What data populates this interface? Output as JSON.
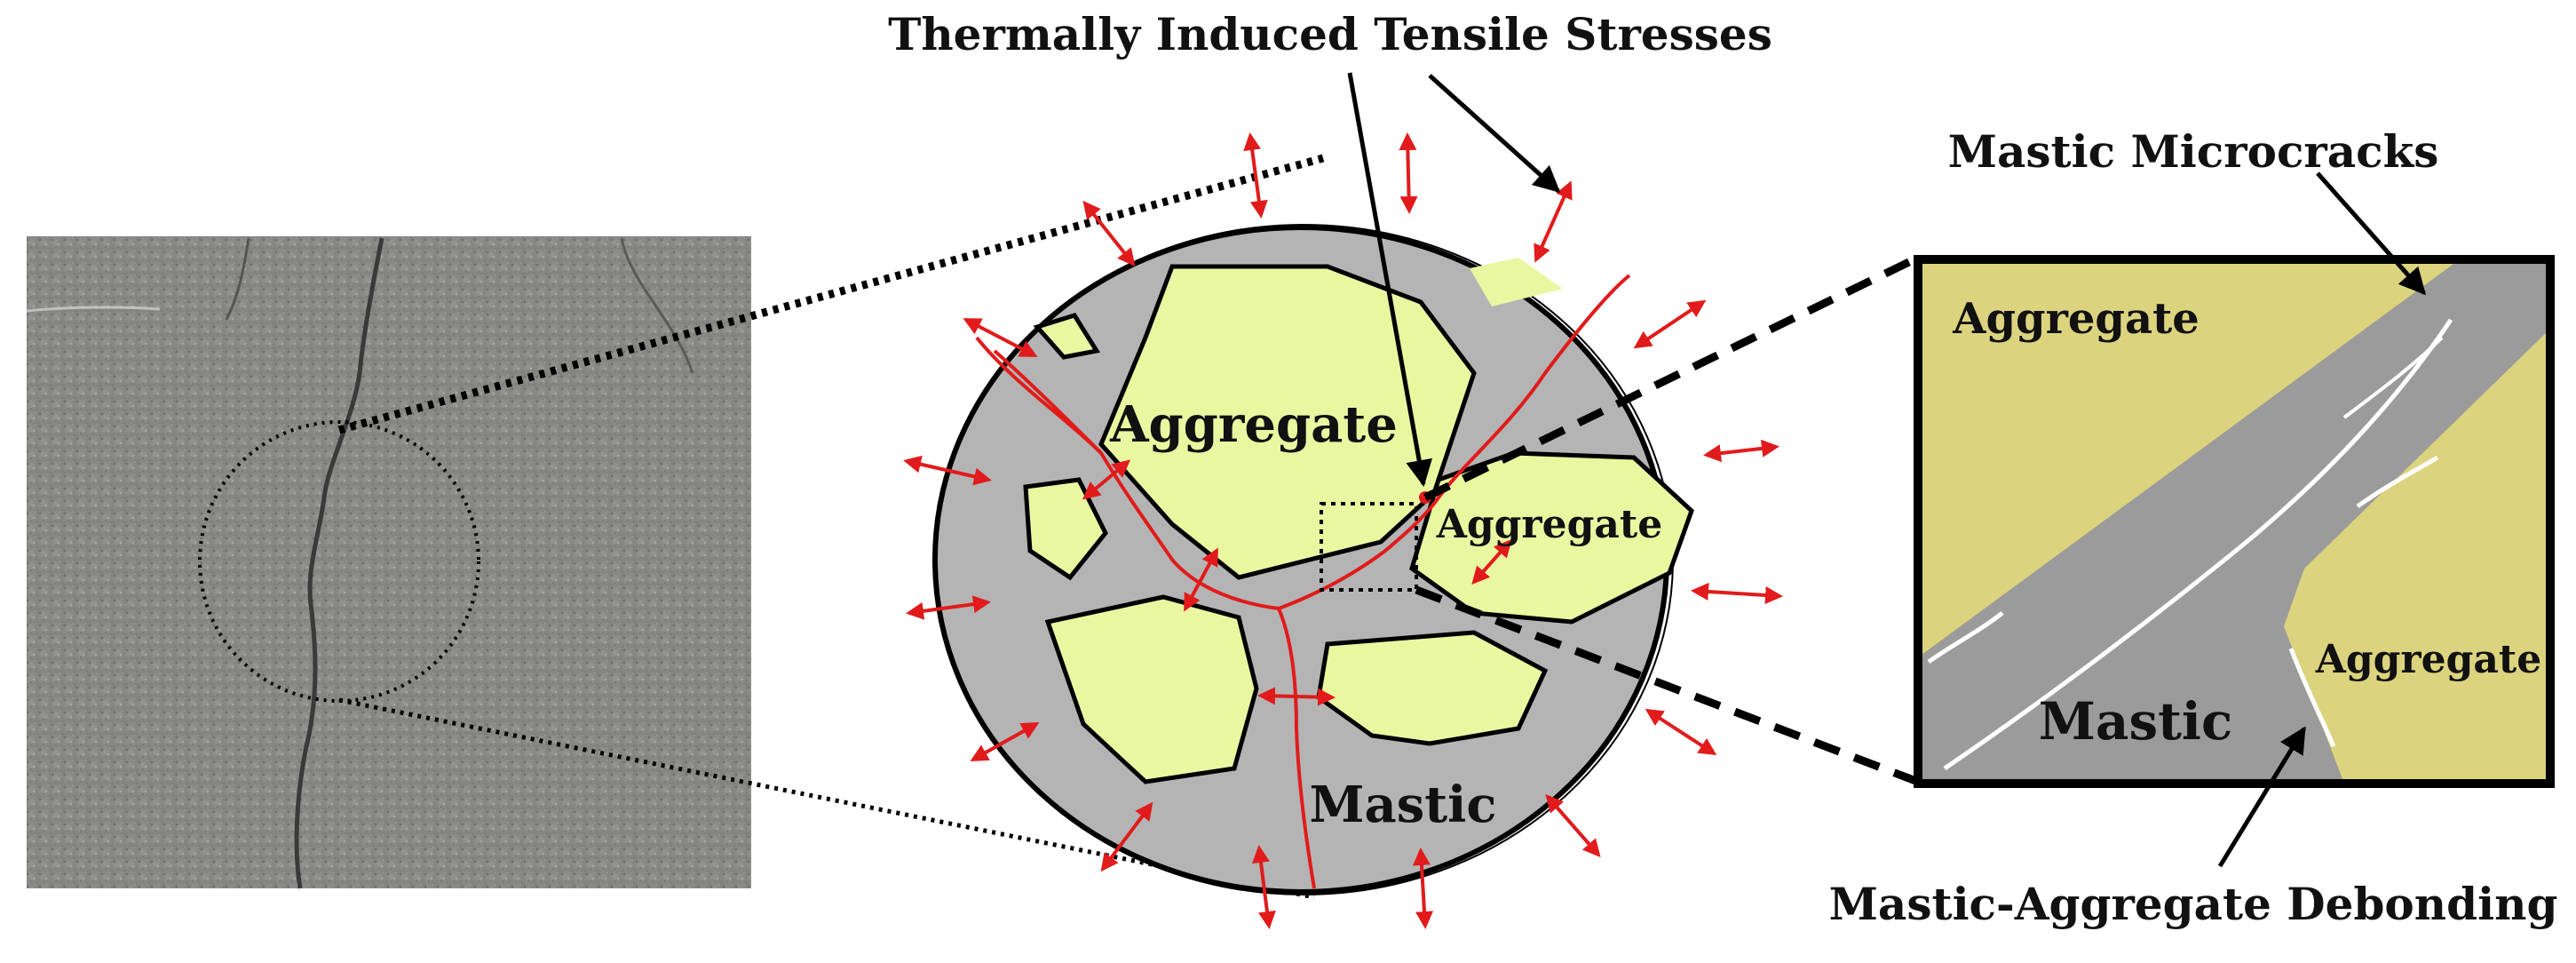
{
  "labels": {
    "thermal_stress": "Thermally Induced Tensile Stresses",
    "mastic_microcracks": "Mastic Microcracks",
    "aggregate_main": "Aggregate",
    "aggregate_right": "Aggregate",
    "mastic_circle": "Mastic",
    "inset_aggregate_top": "Aggregate",
    "inset_aggregate_right": "Aggregate",
    "inset_mastic": "Mastic",
    "debonding": "Mastic-Aggregate Debonding"
  },
  "colors": {
    "mastic": "#b4b4b4",
    "aggregate_fill": "#e9f7a1",
    "inset_aggregate_fill": "#dcd37f",
    "crack_red": "#e11b1b",
    "pavement": "#8a8a88"
  }
}
